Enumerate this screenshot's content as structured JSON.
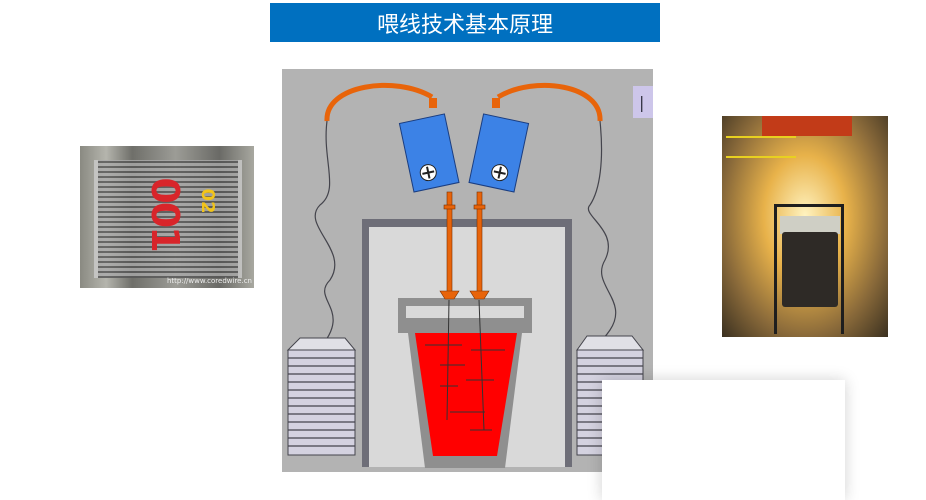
{
  "slide": {
    "title": "喂线技术基本原理"
  },
  "images": {
    "cored_wire_coil": {
      "number_red": "001",
      "number_yellow": "02",
      "watermark": "http://www.coredwire.cn"
    },
    "ladle_station": {}
  },
  "diagram": {
    "marker_label": "|",
    "colors": {
      "background": "#b3b3b3",
      "feeder": "#3c82e6",
      "tube": "#e8640a",
      "molten_steel": "#ff0000",
      "coil": "#d4d2e0"
    }
  }
}
